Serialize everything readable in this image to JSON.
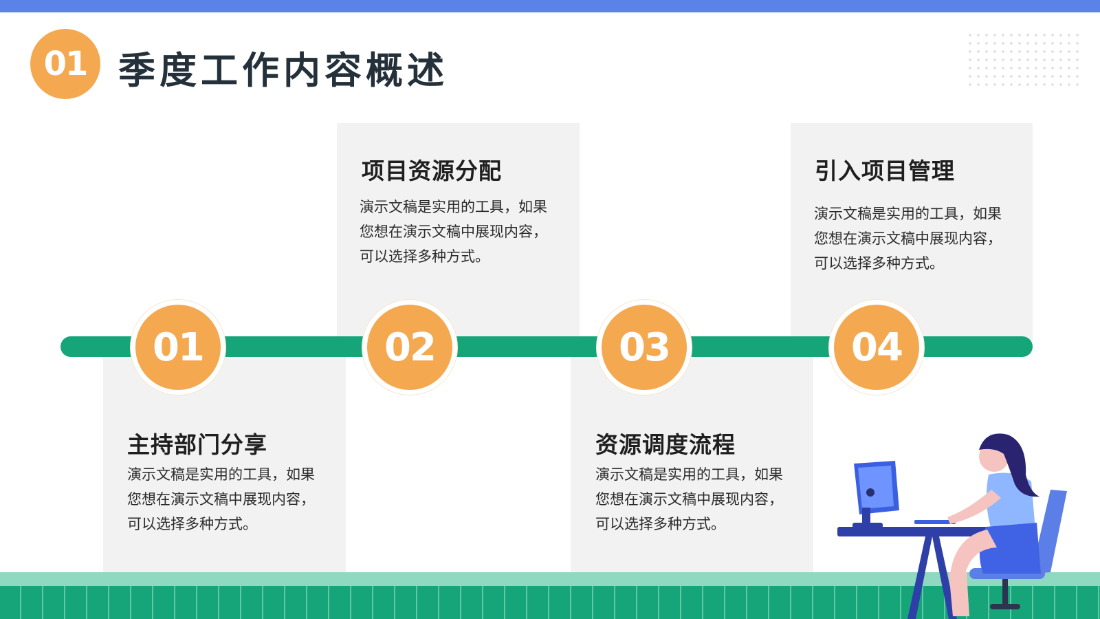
{
  "header": {
    "badge": "01",
    "title": "季度工作内容概述"
  },
  "steps": [
    {
      "number": "01",
      "title": "主持部门分享",
      "text": "演示文稿是实用的工具，如果您想在演示文稿中展现内容，可以选择多种方式。"
    },
    {
      "number": "02",
      "title": "项目资源分配",
      "text": "演示文稿是实用的工具，如果您想在演示文稿中展现内容，可以选择多种方式。"
    },
    {
      "number": "03",
      "title": "资源调度流程",
      "text": "演示文稿是实用的工具，如果您想在演示文稿中展现内容，可以选择多种方式。"
    },
    {
      "number": "04",
      "title": "引入项目管理",
      "text": "演示文稿是实用的工具，如果您想在演示文稿中展现内容，可以选择多种方式。"
    }
  ],
  "colors": {
    "top_bar": "#5b82e6",
    "accent_orange": "#f4a950",
    "timeline_green": "#15a579",
    "panel_gray": "#f2f2f2"
  },
  "icons": {
    "decor_dots": "dot-grid-icon",
    "illustration": "woman-at-computer-illustration"
  }
}
